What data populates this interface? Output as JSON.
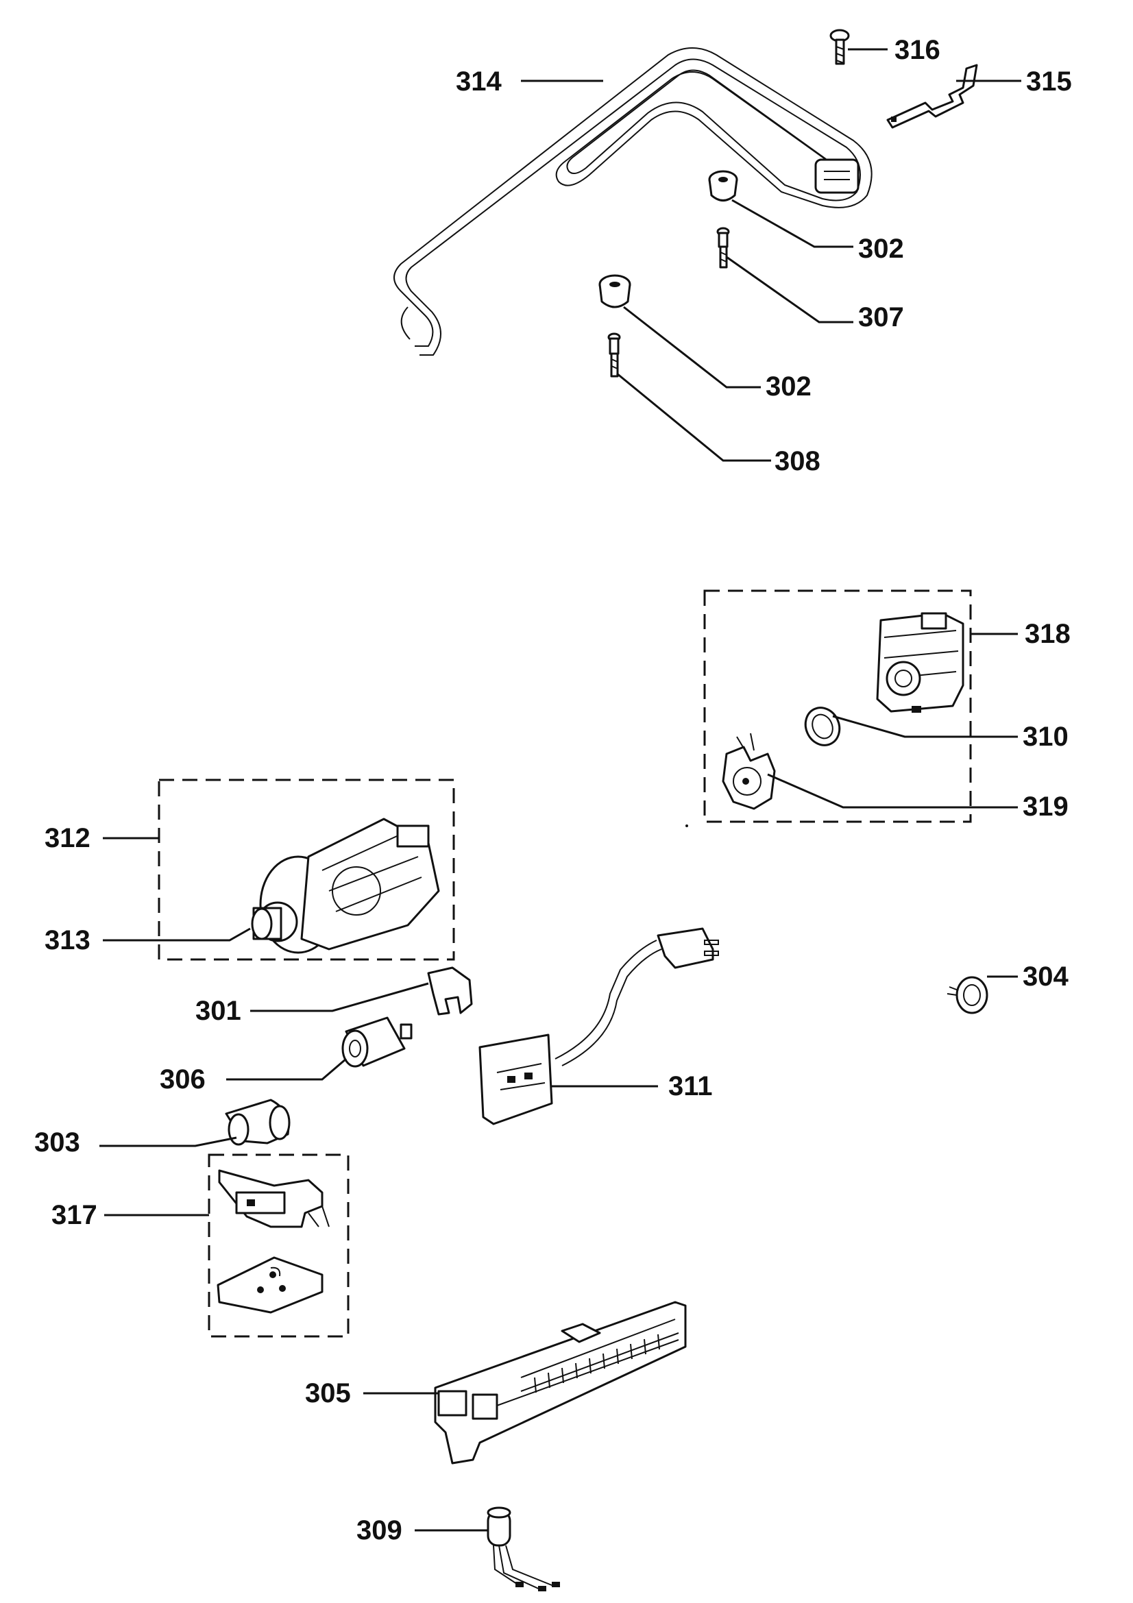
{
  "callouts": {
    "c314": "314",
    "c316": "316",
    "c315": "315",
    "c302a": "302",
    "c307": "307",
    "c302b": "302",
    "c308": "308",
    "c318": "318",
    "c310": "310",
    "c319": "319",
    "c312": "312",
    "c313": "313",
    "c304": "304",
    "c301": "301",
    "c306": "306",
    "c311": "311",
    "c303": "303",
    "c317": "317",
    "c305": "305",
    "c309": "309"
  }
}
